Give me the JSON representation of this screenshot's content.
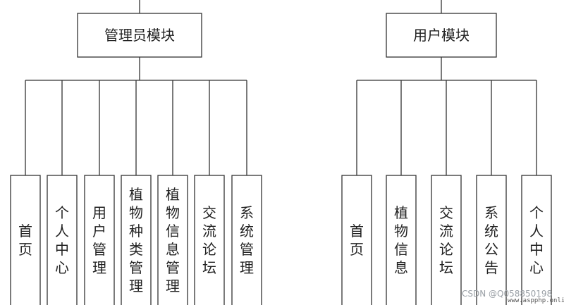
{
  "modules": [
    {
      "title": "管理员模块",
      "children": [
        "首页",
        "个人中心",
        "用户管理",
        "植物种类管理",
        "植物信息管理",
        "交流论坛",
        "系统管理"
      ]
    },
    {
      "title": "用户模块",
      "children": [
        "首页",
        "植物信息",
        "交流论坛",
        "系统公告",
        "个人中心"
      ]
    }
  ],
  "watermark": "CSDN @Q058850198",
  "site_mark": "www.aspphp.online"
}
